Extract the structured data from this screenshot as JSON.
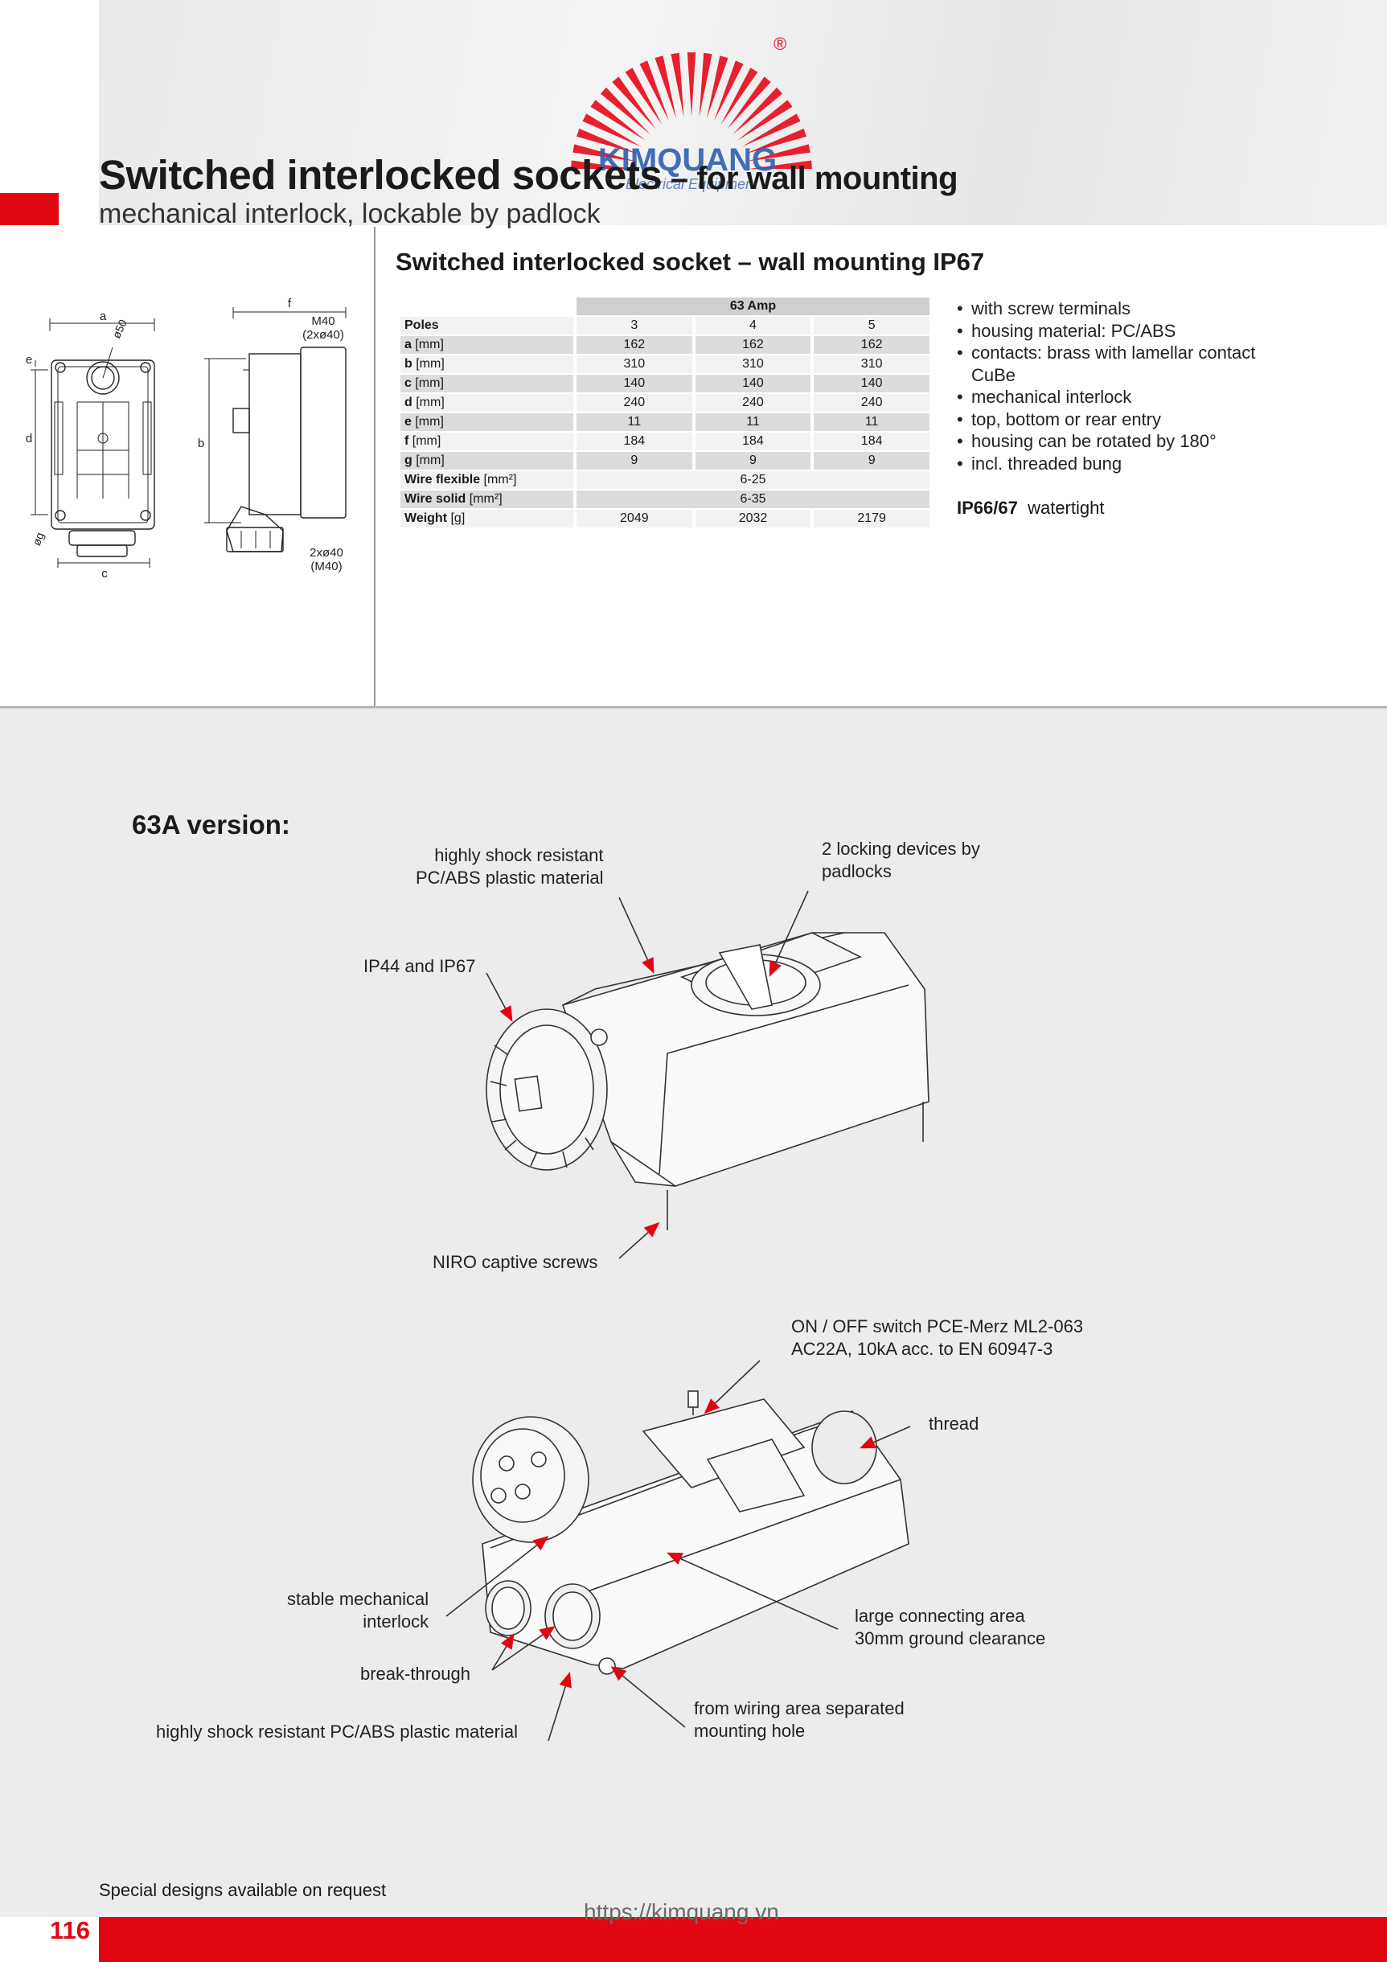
{
  "header": {
    "title_main": "Switched interlocked sockets",
    "title_tail": " – for wall mounting",
    "subtitle": "mechanical interlock, lockable by padlock",
    "logo_text": "KIMQUANG",
    "logo_sub": "Electrical Equipment",
    "logo_registered": "®"
  },
  "product": {
    "heading": "Switched interlocked socket – wall mounting IP67",
    "table": {
      "group_header": "63 Amp",
      "rows": [
        {
          "label": "Poles",
          "unit": "",
          "values": [
            "3",
            "4",
            "5"
          ]
        },
        {
          "label": "a",
          "unit": " [mm]",
          "values": [
            "162",
            "162",
            "162"
          ]
        },
        {
          "label": "b",
          "unit": " [mm]",
          "values": [
            "310",
            "310",
            "310"
          ]
        },
        {
          "label": "c",
          "unit": " [mm]",
          "values": [
            "140",
            "140",
            "140"
          ]
        },
        {
          "label": "d",
          "unit": " [mm]",
          "values": [
            "240",
            "240",
            "240"
          ]
        },
        {
          "label": "e",
          "unit": " [mm]",
          "values": [
            "11",
            "11",
            "11"
          ]
        },
        {
          "label": "f",
          "unit": " [mm]",
          "values": [
            "184",
            "184",
            "184"
          ]
        },
        {
          "label": "g",
          "unit": " [mm]",
          "values": [
            "9",
            "9",
            "9"
          ]
        },
        {
          "label": "Wire flexible",
          "unit": " [mm²]",
          "values": [
            "6-25"
          ]
        },
        {
          "label": "Wire solid",
          "unit": " [mm²]",
          "values": [
            "6-35"
          ]
        },
        {
          "label": "Weight",
          "unit": " [g]",
          "values": [
            "2049",
            "2032",
            "2179"
          ]
        }
      ]
    },
    "features": [
      "with screw terminals",
      "housing material: PC/ABS",
      "contacts: brass with lamellar contact CuBe",
      "mechanical interlock",
      "top, bottom or rear entry",
      "housing can be rotated by 180°",
      "incl. threaded bung"
    ],
    "ip_label": "IP66/67",
    "ip_text": "watertight"
  },
  "drawing": {
    "dim_a": "a",
    "dim_b": "b",
    "dim_c": "c",
    "dim_d": "d",
    "dim_e": "e",
    "dim_f": "f",
    "dim_g": "øg",
    "dia50": "ø50",
    "m40_top": "M40",
    "m40_top2": "(2xø40)",
    "m40_bottom": "2xø40",
    "m40_bottom2": "(M40)"
  },
  "version": {
    "heading": "63A version:",
    "callouts_upper": {
      "shock": "highly shock resistant\nPC/ABS plastic material",
      "locking": "2 locking devices by\npadlocks",
      "ip": "IP44 and IP67",
      "niro": "NIRO captive screws"
    },
    "callouts_lower": {
      "switch": "ON / OFF switch PCE-Merz ML2-063\nAC22A, 10kA acc. to EN 60947-3",
      "thread": "thread",
      "interlock": "stable mechanical\ninterlock",
      "breakthrough": "break-through",
      "shock2": "highly shock resistant PC/ABS plastic material",
      "connecting": "large connecting area\n30mm ground clearance",
      "wiring": "from wiring area separated\nmounting hole"
    }
  },
  "footer": {
    "note": "Special designs available on request",
    "page": "116",
    "url": "https://kimquang.vn"
  },
  "colors": {
    "accent": "#e20613",
    "logo_blue": "#2f5db0",
    "lower_bg": "#ececec"
  }
}
